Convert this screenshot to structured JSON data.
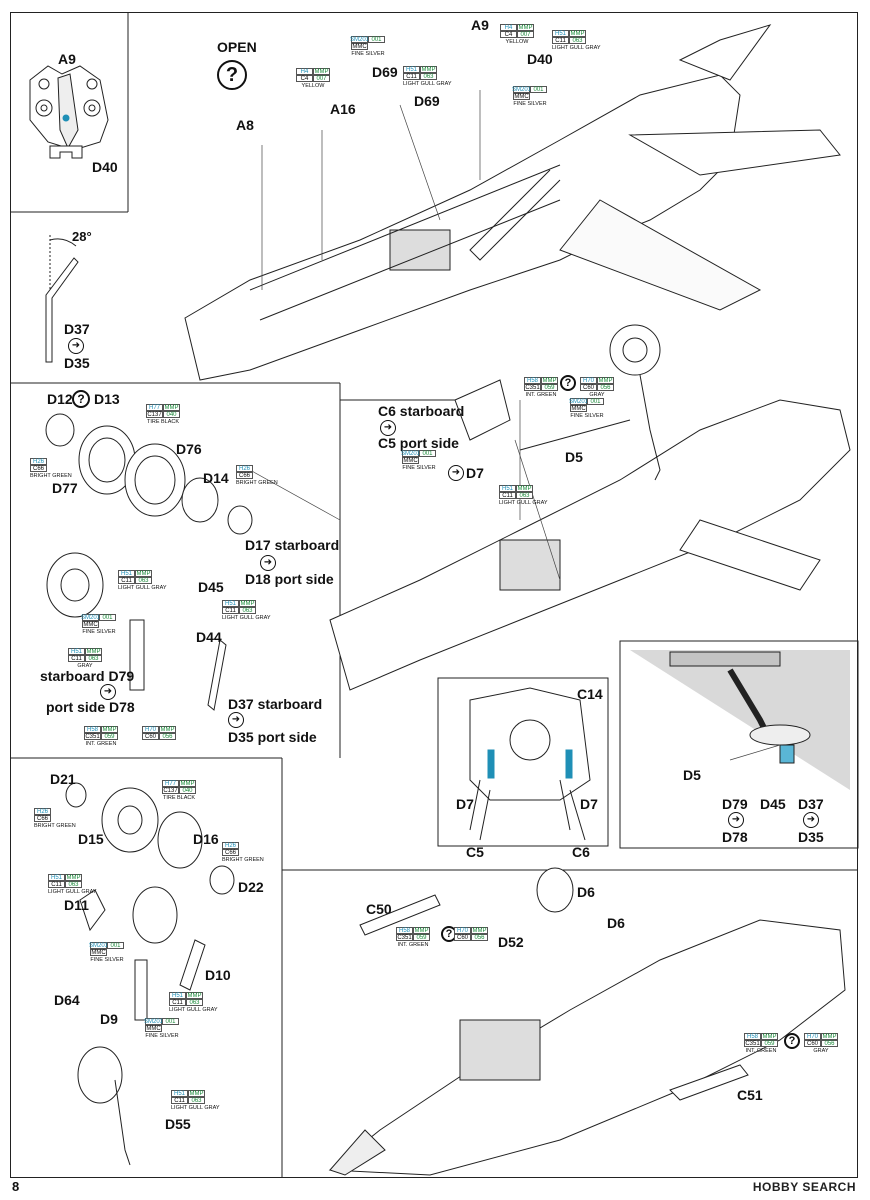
{
  "page_number": "8",
  "watermark": "HOBBY SEARCH",
  "parts": {
    "a9_top": "A9",
    "d40_top": "D40",
    "a9_inset": "A9",
    "d40_inset": "D40",
    "a8": "A8",
    "a16": "A16",
    "d69a": "D69",
    "d69b": "D69",
    "angle": "28°",
    "d37_l": "D37",
    "d35_l": "D35",
    "d12": "D12",
    "d13": "D13",
    "d76": "D76",
    "d77": "D77",
    "d14": "D14",
    "d17": "D17 starboard",
    "d18": "D18 port side",
    "d45": "D45",
    "d44": "D44",
    "d79": "starboard D79",
    "d78": "port side D78",
    "d37s": "D37 starboard",
    "d35p": "D35 port side",
    "c6": "C6 starboard",
    "c5": "C5 port side",
    "d7": "D7",
    "d5": "D5",
    "c14": "C14",
    "d7a": "D7",
    "d7b": "D7",
    "c5b": "C5",
    "c6b": "C6",
    "d5b": "D5",
    "d79b": "D79",
    "d45b": "D45",
    "d37b": "D37",
    "d78b": "D78",
    "d35b": "D35",
    "d21": "D21",
    "d15": "D15",
    "d16": "D16",
    "d22": "D22",
    "d11": "D11",
    "d10": "D10",
    "d64": "D64",
    "d9": "D9",
    "d55": "D55",
    "c50": "C50",
    "d6a": "D6",
    "d6b": "D6",
    "d52": "D52",
    "c51": "C51",
    "open": "OPEN"
  },
  "color_boxes": {
    "sm201_a": {
      "h": "SM201",
      "k": "MMC",
      "m": "001",
      "cap": "FINE SILVER"
    },
    "h4_a": {
      "h": "H4",
      "m": "MMP",
      "k": "C4",
      "m2": "007",
      "cap": "YELLOW"
    },
    "h51_a": {
      "h": "H51",
      "m": "MMP",
      "k": "C11",
      "m2": "063",
      "cap": "LIGHT GULL GRAY"
    },
    "h4_b": {
      "h": "H4",
      "m": "MMP",
      "k": "C4",
      "m2": "007",
      "cap": "YELLOW"
    },
    "h51_b": {
      "h": "H51",
      "m": "MMP",
      "k": "C11",
      "m2": "063",
      "cap": "LIGHT GULL GRAY"
    },
    "sm201_b": {
      "h": "SM201",
      "k": "MMC",
      "m": "001",
      "cap": "FINE SILVER"
    },
    "h77_a": {
      "h": "H77",
      "m": "MMP",
      "k": "C137",
      "m2": "040",
      "cap": "TIRE BLACK"
    },
    "h26_a": {
      "h": "H26",
      "k": "C66",
      "cap": "BRIGHT GREEN"
    },
    "h26_b": {
      "h": "H26",
      "k": "C66",
      "cap": "BRIGHT GREEN"
    },
    "h51_c": {
      "h": "H51",
      "m": "MMP",
      "k": "C11",
      "m2": "063",
      "cap": "LIGHT GULL GRAY"
    },
    "h51_d": {
      "h": "H51",
      "m": "MMP",
      "k": "C11",
      "m2": "063",
      "cap": "LIGHT GULL GRAY"
    },
    "sm201_c": {
      "h": "SM201",
      "k": "MMC",
      "m": "001",
      "cap": "FINE SILVER"
    },
    "h51_e": {
      "h": "H51",
      "m": "MMP",
      "k": "C11",
      "m2": "063",
      "cap": "GRAY"
    },
    "h58_a": {
      "h": "H58",
      "m": "MMP",
      "k": "C351",
      "m2": "059",
      "cap": "INT. GREEN"
    },
    "h70_a": {
      "h": "H70",
      "m": "MMP",
      "k": "C60",
      "m2": "056",
      "cap": ""
    },
    "h58_b": {
      "h": "H58",
      "m": "MMP",
      "k": "C351",
      "m2": "059",
      "cap": "INT. GREEN"
    },
    "h70_b": {
      "h": "H70",
      "m": "MMP",
      "k": "C60",
      "m2": "056",
      "cap": "GRAY"
    },
    "sm201_d": {
      "h": "SM201",
      "k": "MMC",
      "m": "001",
      "cap": "FINE SILVER"
    },
    "sm201_e": {
      "h": "SM201",
      "k": "MMC",
      "m": "001",
      "cap": "FINE SILVER"
    },
    "h51_f": {
      "h": "H51",
      "m": "MMP",
      "k": "C11",
      "m2": "063",
      "cap": "LIGHT GULL GRAY"
    },
    "h77_b": {
      "h": "H77",
      "m": "MMP",
      "k": "C137",
      "m2": "040",
      "cap": "TIRE BLACK"
    },
    "h26_c": {
      "h": "H26",
      "k": "C66",
      "cap": "BRIGHT GREEN"
    },
    "h26_d": {
      "h": "H26",
      "k": "C66",
      "cap": "BRIGHT GREEN"
    },
    "h51_g": {
      "h": "H51",
      "m": "MMP",
      "k": "C11",
      "m2": "063",
      "cap": "LIGHT GULL GRAY"
    },
    "sm201_f": {
      "h": "SM201",
      "k": "MMC",
      "m": "001",
      "cap": "FINE SILVER"
    },
    "h51_h": {
      "h": "H51",
      "m": "MMP",
      "k": "C11",
      "m2": "063",
      "cap": "LIGHT GULL GRAY"
    },
    "sm201_g": {
      "h": "SM201",
      "k": "MMC",
      "m": "001",
      "cap": "FINE SILVER"
    },
    "h51_i": {
      "h": "H51",
      "m": "MMP",
      "k": "C11",
      "m2": "063",
      "cap": "LIGHT GULL GRAY"
    },
    "h58_c": {
      "h": "H58",
      "m": "MMP",
      "k": "C351",
      "m2": "059",
      "cap": "INT. GREEN"
    },
    "h70_c": {
      "h": "H70",
      "m": "MMP",
      "k": "C60",
      "m2": "056",
      "cap": ""
    },
    "h58_d": {
      "h": "H58",
      "m": "MMP",
      "k": "C351",
      "m2": "059",
      "cap": "INT. GREEN"
    },
    "h70_d": {
      "h": "H70",
      "m": "MMP",
      "k": "C60",
      "m2": "056",
      "cap": "GRAY"
    }
  },
  "colors": {
    "hobby_blue": "#1f8fb6",
    "mr_green": "#1a8a3a",
    "line": "#222222",
    "panel_gray": "#d9d9d9"
  }
}
